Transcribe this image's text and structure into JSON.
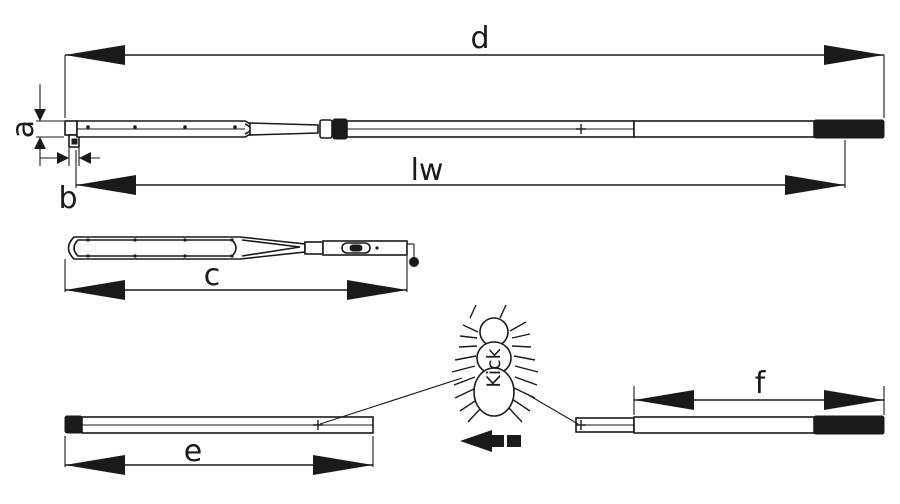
{
  "labels": {
    "d": "d",
    "lw": "lw",
    "a": "a",
    "b": "b",
    "c": "c",
    "e": "e",
    "f": "f"
  },
  "icon": {
    "name": "kick-insect-icon",
    "text": "Kick"
  },
  "colors": {
    "line": "#1a1a1a",
    "background": "#ffffff"
  }
}
